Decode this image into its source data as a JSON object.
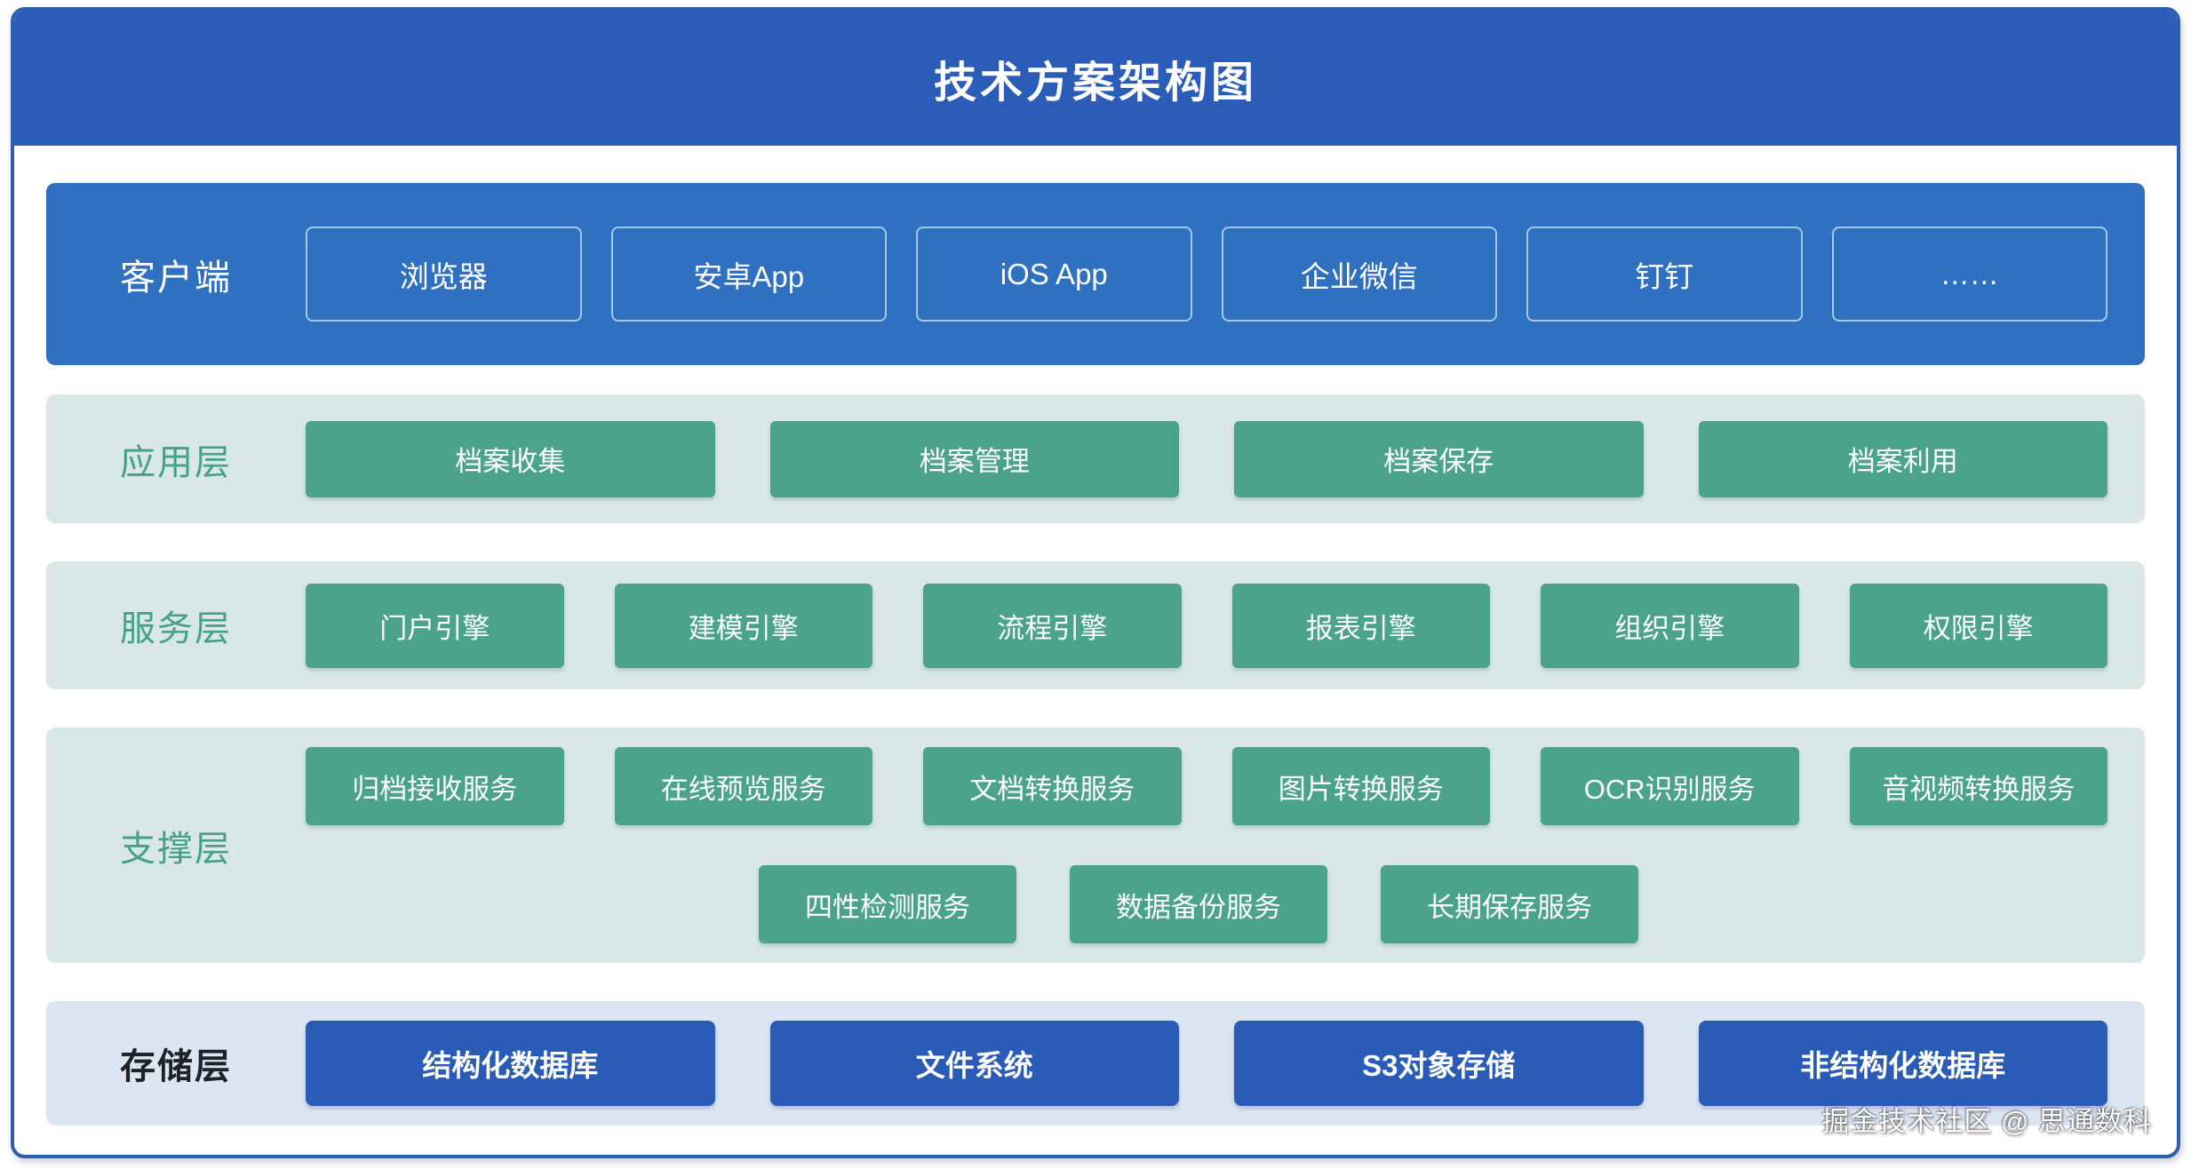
{
  "title": "技术方案架构图",
  "watermark": "掘金技术社区 @ 思通数科",
  "colors": {
    "frame_border": "#2f5db2",
    "title_blue": "#2a5cb8",
    "client_blue": "#2f70c1",
    "client_box_border": "#a3c8ee",
    "teal_bg": "#d9e8e7",
    "green": "#4ba48a",
    "green_label": "#45a188",
    "storage_bg": "#dce6f2",
    "storage_box": "#2a5bb7"
  },
  "layers": {
    "client": {
      "label": "客户端",
      "items": [
        "浏览器",
        "安卓App",
        "iOS App",
        "企业微信",
        "钉钉",
        "……"
      ]
    },
    "application": {
      "label": "应用层",
      "items": [
        "档案收集",
        "档案管理",
        "档案保存",
        "档案利用"
      ]
    },
    "service": {
      "label": "服务层",
      "items": [
        "门户引擎",
        "建模引擎",
        "流程引擎",
        "报表引擎",
        "组织引擎",
        "权限引擎"
      ]
    },
    "support": {
      "label": "支撑层",
      "row1": [
        "归档接收服务",
        "在线预览服务",
        "文档转换服务",
        "图片转换服务",
        "OCR识别服务",
        "音视频转换服务"
      ],
      "row2": [
        "四性检测服务",
        "数据备份服务",
        "长期保存服务"
      ]
    },
    "storage": {
      "label": "存储层",
      "items": [
        "结构化数据库",
        "文件系统",
        "S3对象存储",
        "非结构化数据库"
      ]
    }
  }
}
